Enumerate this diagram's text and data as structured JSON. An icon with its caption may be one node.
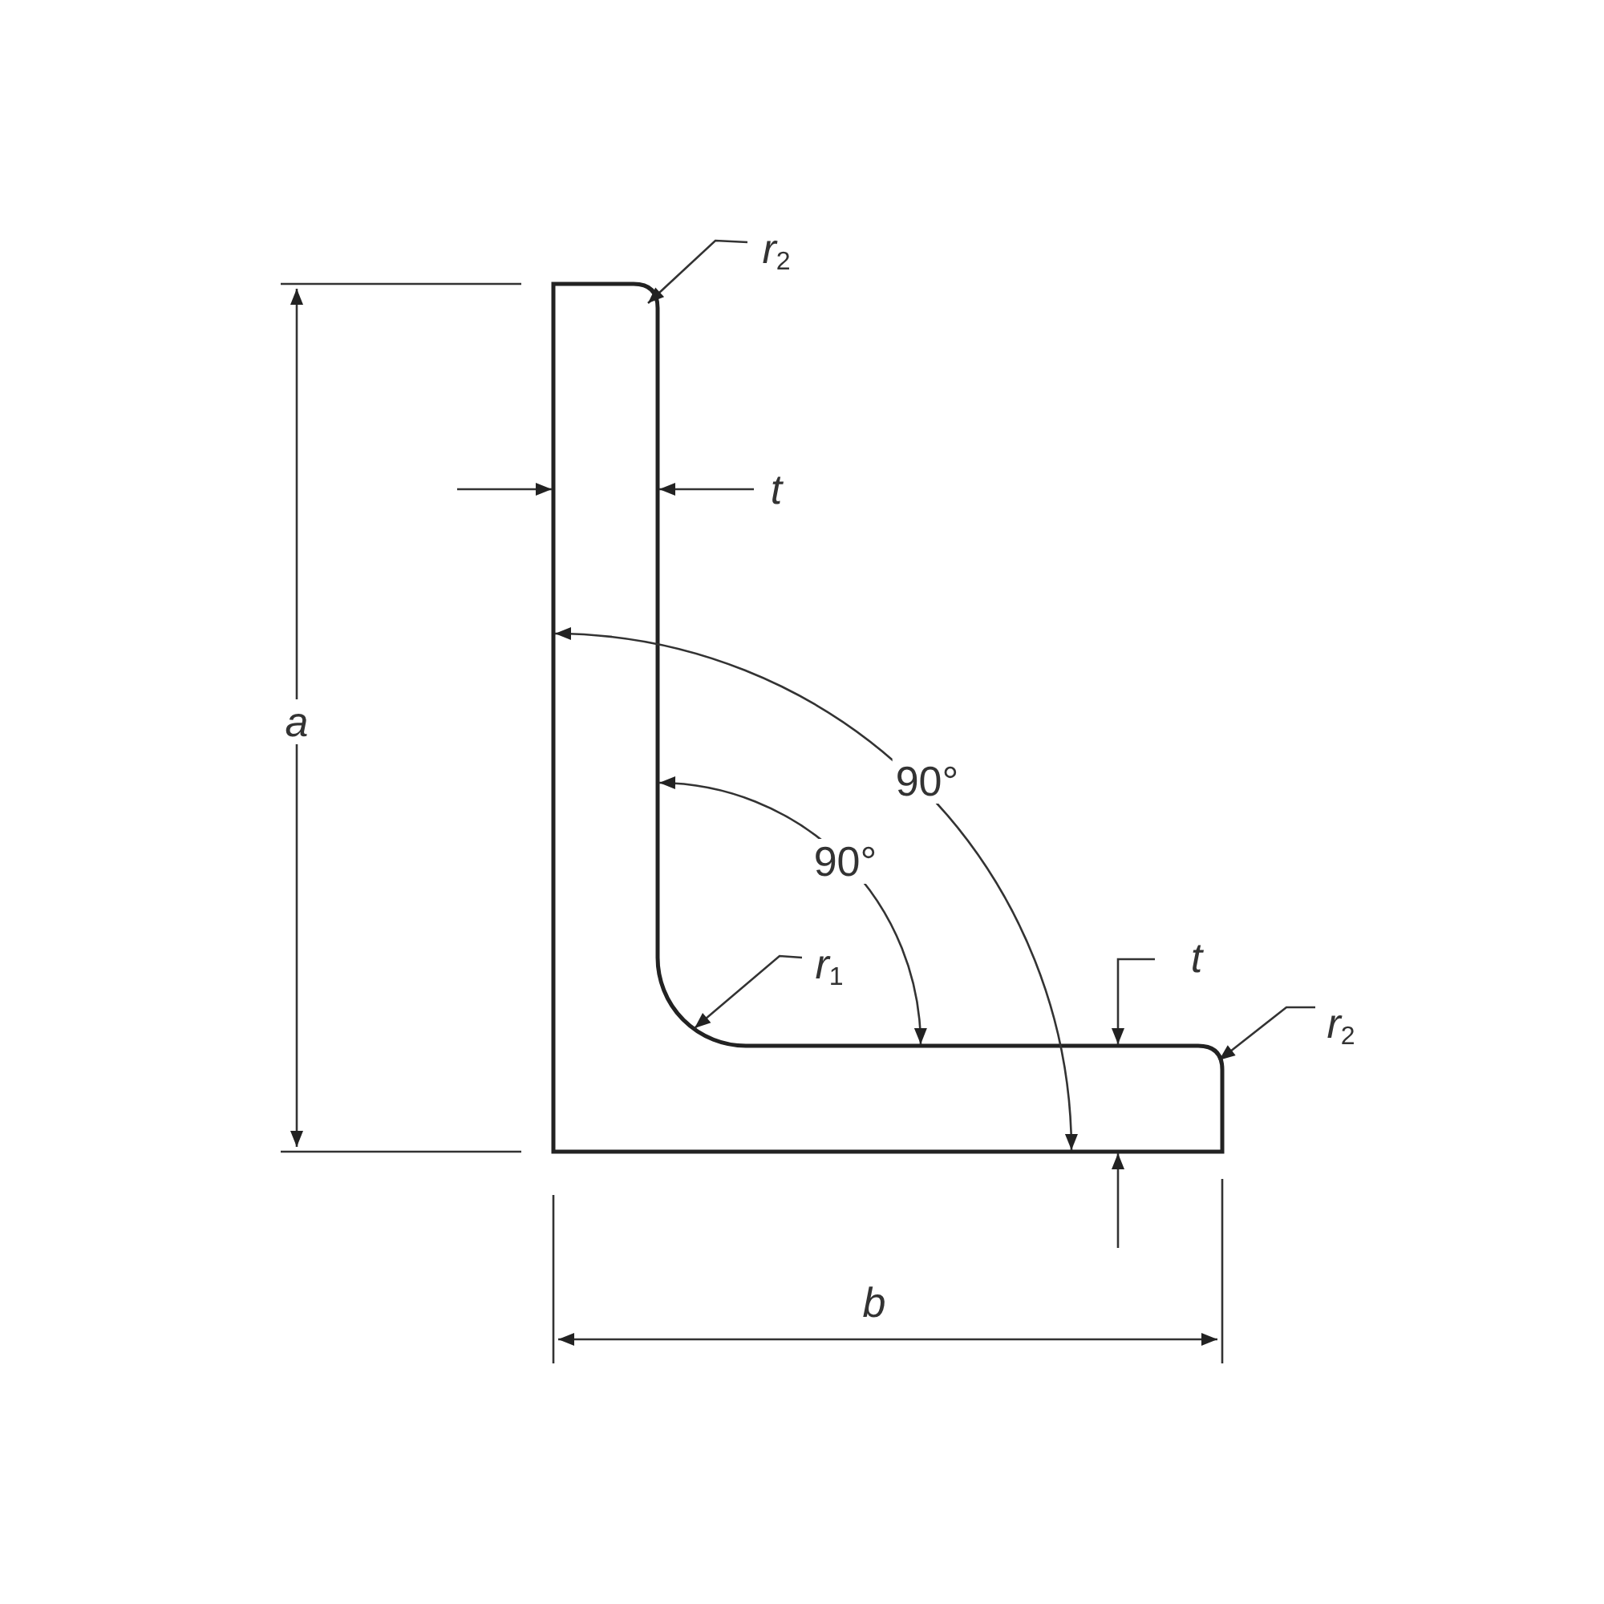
{
  "diagram": {
    "nodes": [
      {
        "text": [],
        "shape": "picture"
      },
      {
        "text": [
          "*r*$_{2}$"
        ]
      },
      {
        "text": [
          "*r*$_{1}$"
        ]
      },
      {
        "text": [
          "*r*$_{2}$"
        ]
      }
    ],
    "edges": [
      {
        "from": 1,
        "to": 0,
        "arrow": "to"
      },
      {
        "from": 2,
        "to": 0,
        "arrow": "to"
      },
      {
        "from": 3,
        "to": 0,
        "arrow": "to"
      }
    ],
    "labels": [
      "t",
      "a",
      "90°",
      "90°",
      "t",
      "b"
    ]
  }
}
